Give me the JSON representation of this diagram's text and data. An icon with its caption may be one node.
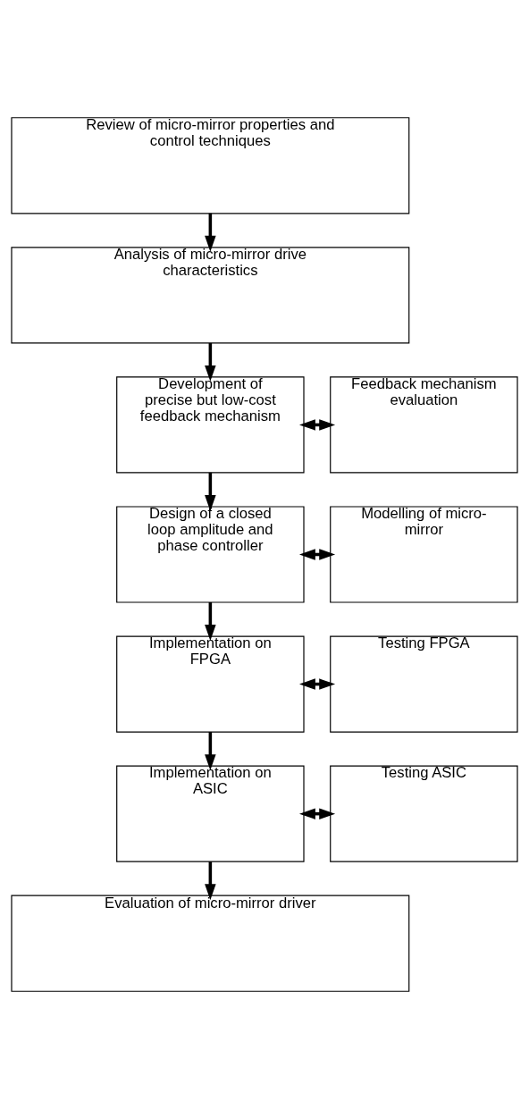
{
  "diagram": {
    "nodes": [
      {
        "text": [
          "Review of micro-mirror properties and control techniques"
        ]
      },
      {
        "text": [
          "Analysis of micro-mirror drive characteristics"
        ]
      },
      {
        "text": [
          "Development of precise but low-cost feedback mechanism"
        ]
      },
      {
        "text": [
          "Feedback mechanism evaluation"
        ]
      },
      {
        "text": [
          "Design of a closed loop amplitude and phase controller"
        ]
      },
      {
        "text": [
          "Modelling of micro-mirror"
        ]
      },
      {
        "text": [
          "Implementation on FPGA"
        ]
      },
      {
        "text": [
          "Testing FPGA"
        ]
      },
      {
        "text": [
          "Implementation on ASIC"
        ]
      },
      {
        "text": [
          "Testing ASIC"
        ]
      },
      {
        "text": [
          "Evaluation of micro-mirror driver"
        ]
      }
    ],
    "edges": [
      {
        "from": 0,
        "to": 1,
        "arrow": "to"
      },
      {
        "from": 1,
        "to": 2,
        "arrow": "to"
      },
      {
        "from": 2,
        "to": 3,
        "arrow": "both"
      },
      {
        "from": 2,
        "to": 4,
        "arrow": "to"
      },
      {
        "from": 4,
        "to": 5,
        "arrow": "both"
      },
      {
        "from": 4,
        "to": 6,
        "arrow": "to"
      },
      {
        "from": 6,
        "to": 7,
        "arrow": "both"
      },
      {
        "from": 6,
        "to": 8,
        "arrow": "to"
      },
      {
        "from": 8,
        "to": 9,
        "arrow": "both"
      },
      {
        "from": 8,
        "to": 10,
        "arrow": "to"
      }
    ]
  }
}
